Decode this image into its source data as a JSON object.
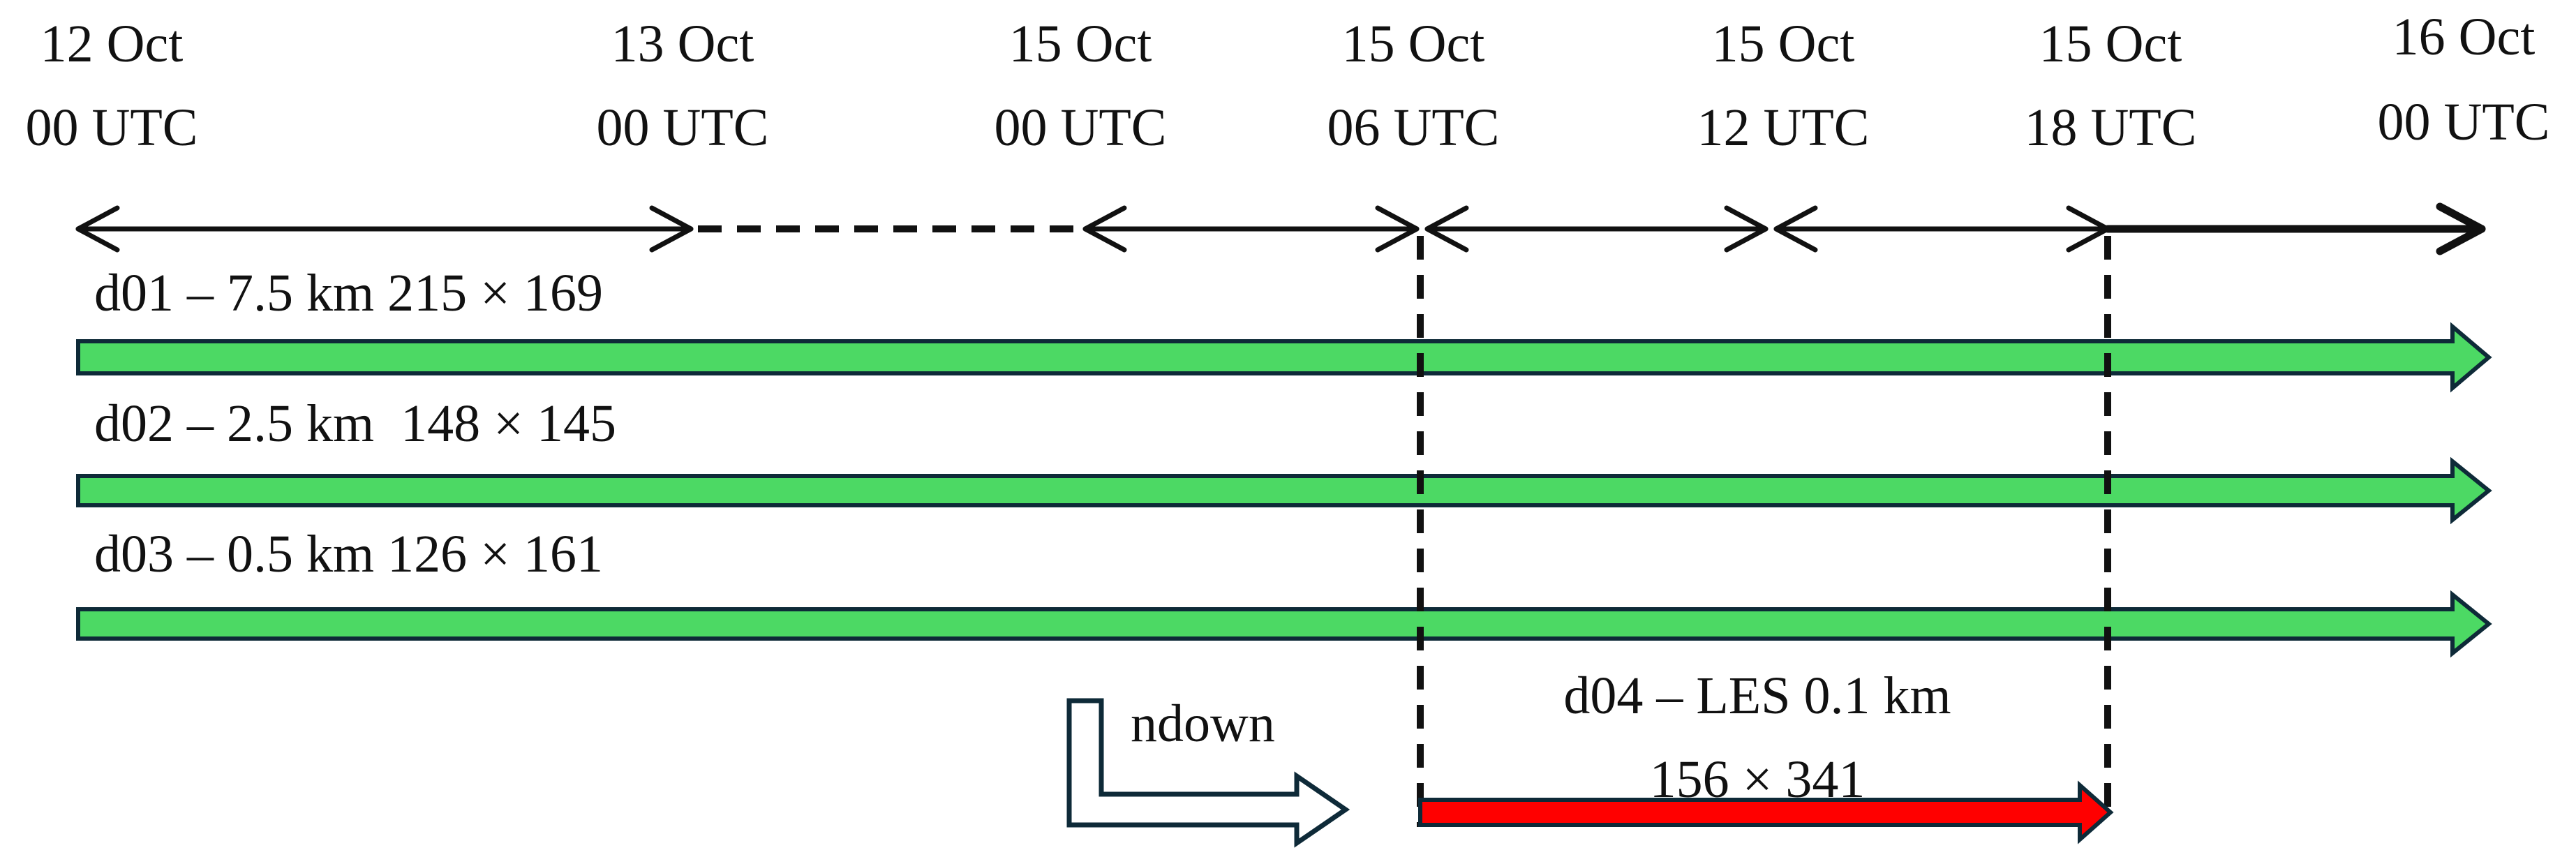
{
  "ticks": [
    {
      "date": "12 Oct",
      "time": "00 UTC"
    },
    {
      "date": "13 Oct",
      "time": "00 UTC"
    },
    {
      "date": "15 Oct",
      "time": "00 UTC"
    },
    {
      "date": "15 Oct",
      "time": "06 UTC"
    },
    {
      "date": "15 Oct",
      "time": "12 UTC"
    },
    {
      "date": "15 Oct",
      "time": "18 UTC"
    },
    {
      "date": "16 Oct",
      "time": "00 UTC"
    }
  ],
  "domains": [
    {
      "label": "d01 – 7.5 km 215 × 169",
      "color": "#4cd964"
    },
    {
      "label": "d02 – 2.5 km  148 × 145",
      "color": "#4cd964"
    },
    {
      "label": "d03 – 0.5 km 126 × 161",
      "color": "#4cd964"
    }
  ],
  "les": {
    "label_line1": "d04 – LES 0.1 km",
    "label_line2": "156 × 341",
    "color": "#ff0000"
  },
  "ndown_label": "ndown",
  "colors": {
    "outline": "#0e2a38",
    "green": "#4cd964",
    "red": "#ff0000",
    "black": "#111111"
  }
}
